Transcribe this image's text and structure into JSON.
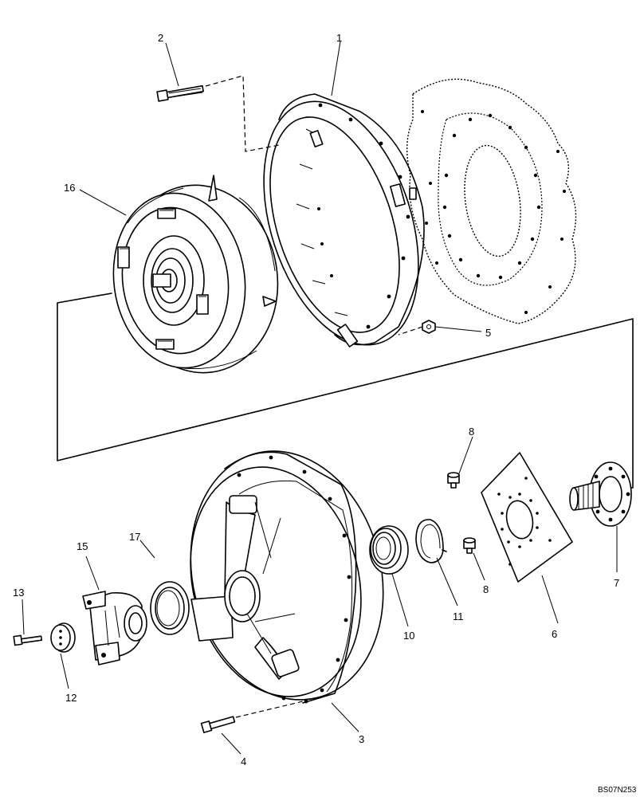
{
  "diagram": {
    "reference_code": "BS07N253",
    "callouts": [
      {
        "id": "c1",
        "label": "1"
      },
      {
        "id": "c2",
        "label": "2"
      },
      {
        "id": "c3",
        "label": "3"
      },
      {
        "id": "c4",
        "label": "4"
      },
      {
        "id": "c5",
        "label": "5"
      },
      {
        "id": "c6",
        "label": "6"
      },
      {
        "id": "c7",
        "label": "7"
      },
      {
        "id": "c8a",
        "label": "8"
      },
      {
        "id": "c8b",
        "label": "8"
      },
      {
        "id": "c10",
        "label": "10"
      },
      {
        "id": "c11",
        "label": "11"
      },
      {
        "id": "c12",
        "label": "12"
      },
      {
        "id": "c13",
        "label": "13"
      },
      {
        "id": "c15",
        "label": "15"
      },
      {
        "id": "c16",
        "label": "16"
      },
      {
        "id": "c17",
        "label": "17"
      }
    ]
  }
}
